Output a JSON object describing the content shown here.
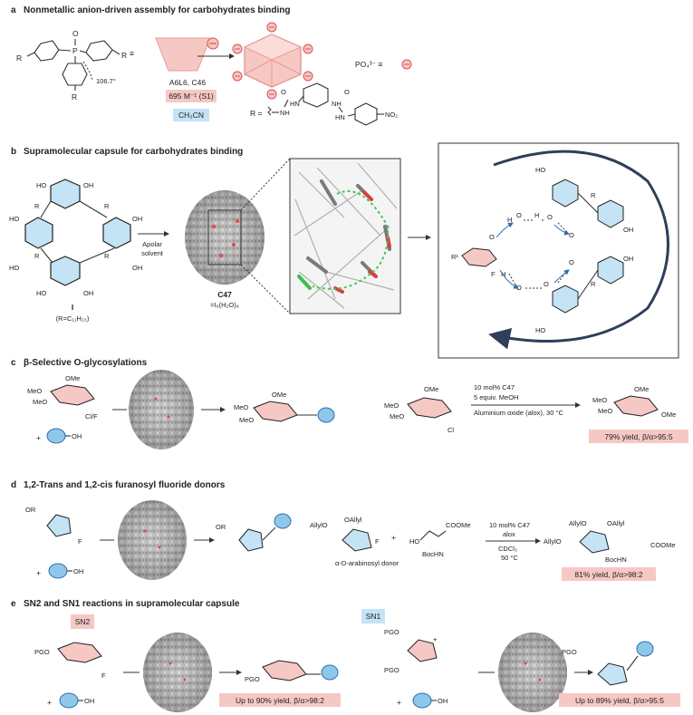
{
  "colors": {
    "pink": "#f6c8c4",
    "red_accent": "#e45a5a",
    "blue_accent": "#4a9fd8",
    "light_blue": "#c4e3f5",
    "dark_frame": "#2f3e5a"
  },
  "section_a": {
    "letter": "a",
    "title": "Nonmetallic anion-driven assembly for carbohydrates binding",
    "equiv": "≡",
    "R": "R",
    "P": "P",
    "O": "O",
    "angle": "106.7°",
    "assembly_label": "A6L6, C46",
    "assoc_constant": "695 M⁻¹ (S1)",
    "solvent": "CH₃CN",
    "anion_sign": "⊖",
    "phosphate": "PO₄³⁻ ≡",
    "r_def": "R =",
    "nh1": "NH",
    "hn1": "HN",
    "nh2": "NH",
    "hn2": "HN",
    "o": "O",
    "no2": "NO₂"
  },
  "section_b": {
    "letter": "b",
    "title": "Supramolecular capsule for carbohydrates binding",
    "oh": "OH",
    "ho": "HO",
    "r": "R",
    "monomer": "I",
    "r_def": "(R=C₁₁H₂₃)",
    "conditions": [
      "Apolar",
      "solvent"
    ],
    "capsule": "C47",
    "capsule_formula": "=I₆(H₂O)₈",
    "h": "H",
    "o": "O",
    "f": "F",
    "r1": "R¹"
  },
  "section_c": {
    "letter": "c",
    "title": "β-Selective O-glycosylations",
    "ome": "OMe",
    "meo": "MeO",
    "leaving": "Cl/F",
    "cl": "Cl",
    "plus": "+",
    "oh": "OH",
    "cond": [
      "10 mol% C47",
      "5 equiv. MeOH",
      "Aluminium oxide (alox), 30 °C"
    ],
    "result": "79% yield, β/α>95:5"
  },
  "section_d": {
    "letter": "d",
    "title": "1,2-Trans and 1,2-cis furanosyl fluoride donors",
    "or": "OR",
    "f": "F",
    "plus": "+",
    "oh": "OH",
    "allylo": "AllylO",
    "oallyl": "OAllyl",
    "cooMe": "COOMe",
    "ho": "HO",
    "bochn": "BocHN",
    "donor": "α-D-arabinosyl donor",
    "cond": [
      "10 mol% C47",
      "alox",
      "CDCl₃",
      "50 °C"
    ],
    "result": "81% yield, β/α>98:2"
  },
  "section_e": {
    "letter": "e",
    "title": "SN2 and SN1 reactions in supramolecular capsule",
    "sn2": "SN2",
    "sn1": "SN1",
    "pgo": "PGO",
    "f": "F",
    "plus": "+",
    "oh": "OH",
    "result1": "Up to 90% yield, β/α>98:2",
    "result2": "Up to 89% yield, β/α>95:5"
  }
}
